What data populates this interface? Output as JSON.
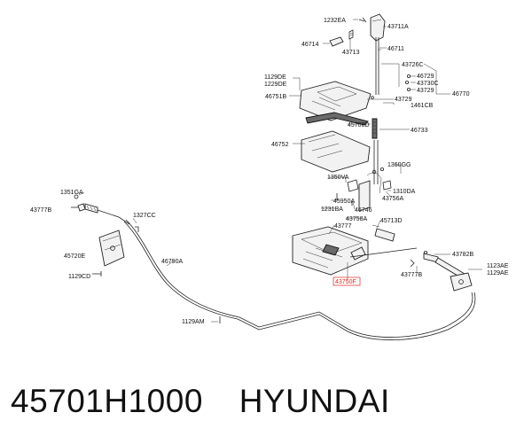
{
  "caption": {
    "part_number": "45701H1000",
    "brand": "HYUNDAI"
  },
  "highlight_color": "#e0261f",
  "labels": {
    "1232EA": "1232EA",
    "43711A": "43711A",
    "46714": "46714",
    "43713": "43713",
    "46711": "46711",
    "43726C": "43726C",
    "46729": "46729",
    "43730C": "43730C",
    "43729a": "43729",
    "46770": "46770",
    "43729b": "43729",
    "1461CB": "1461CB",
    "1129DE": "1129DE",
    "1229DE": "1229DE",
    "46751B": "46751B",
    "45708D": "45708D",
    "46733": "46733",
    "46752": "46752",
    "1360GG": "1360GG",
    "1350VA": "1350VA",
    "45950A": "45950A",
    "1310DA": "1310DA",
    "43756A": "43756A",
    "1231BA": "1231BA",
    "46746": "46746",
    "43758A": "43758A",
    "45713D": "45713D",
    "43777": "43777",
    "43750F": "43750F",
    "1351GA": "1351GA",
    "43777B": "43777B",
    "1327CC": "1327CC",
    "45720E": "45720E",
    "46790A": "46790A",
    "1129CD": "1129CD",
    "1129AM": "1129AM",
    "43782B": "43782B",
    "1123AE": "1123AE",
    "1129AE": "1129AE",
    "43777B_r": "43777B"
  }
}
